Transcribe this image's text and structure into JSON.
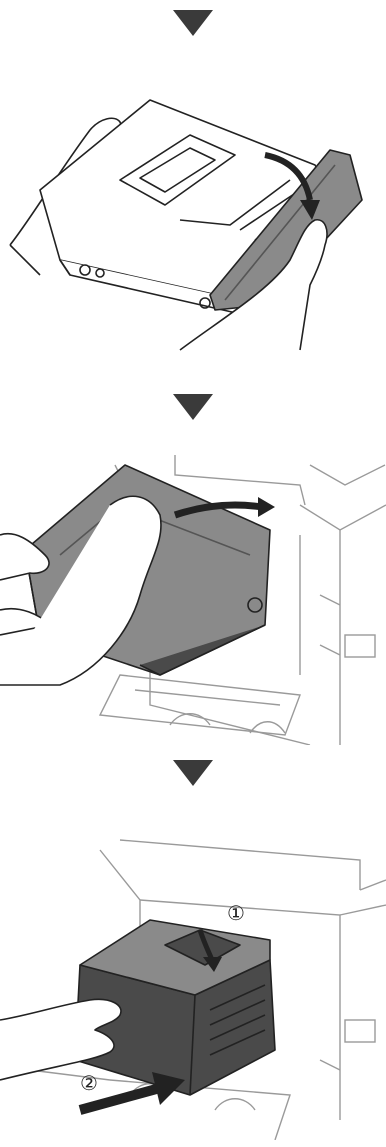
{
  "steps": [
    {
      "id": "remove-cover",
      "arrow": "down-triangle-icon"
    },
    {
      "id": "insert-unit-tilted",
      "arrow": "down-triangle-icon"
    },
    {
      "id": "push-unit-in",
      "arrow": "down-triangle-icon"
    }
  ],
  "callouts": {
    "one": "①",
    "two": "②"
  },
  "colors": {
    "arrow": "#3a3a3a",
    "line": "#222222",
    "unit_fill": "#8a8a8a",
    "unit_dark": "#4a4a4a",
    "printer_line": "#9a9a9a"
  }
}
